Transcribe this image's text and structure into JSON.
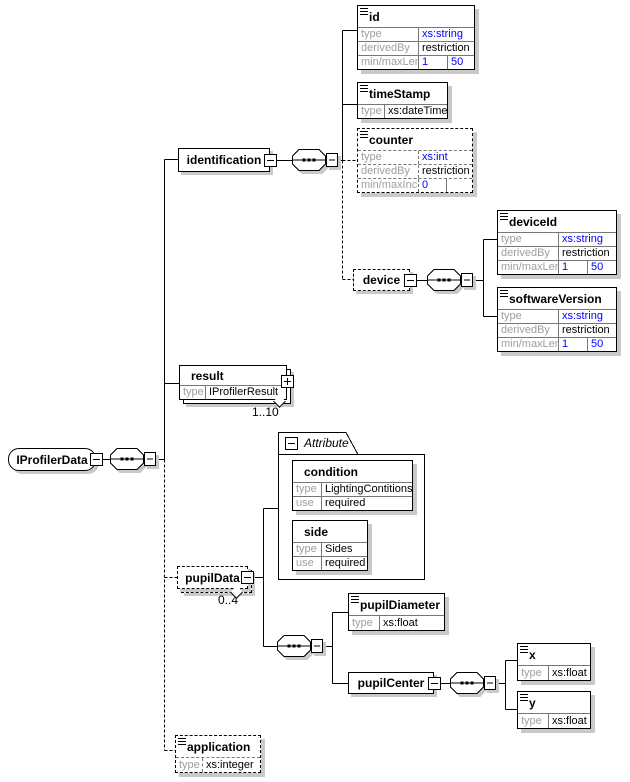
{
  "colors": {
    "link": "#0000ff",
    "label_gray": "#9e9e9e",
    "line": "#000000",
    "shadow": "#c9c9c9"
  },
  "root": {
    "label": "IProfilerData"
  },
  "elements": {
    "identification": {
      "label": "identification"
    },
    "device": {
      "label": "device"
    },
    "pupilData": {
      "label": "pupilData",
      "occurrence": "0..4"
    },
    "pupilCenter": {
      "label": "pupilCenter"
    },
    "result": {
      "occurrence": "1..10"
    }
  },
  "attribute_frame": {
    "label": "Attribute"
  },
  "tables": {
    "id": {
      "name": "id",
      "rows": [
        {
          "label": "type",
          "value": "xs:string"
        },
        {
          "label": "derivedBy",
          "value": "restriction"
        },
        {
          "label": "min/maxLen",
          "value": "1",
          "value2": "50"
        }
      ]
    },
    "timeStamp": {
      "name": "timeStamp",
      "rows": [
        {
          "label": "type",
          "value": "xs:dateTime"
        }
      ]
    },
    "counter": {
      "name": "counter",
      "rows": [
        {
          "label": "type",
          "value": "xs:int"
        },
        {
          "label": "derivedBy",
          "value": "restriction"
        },
        {
          "label": "min/maxIncl",
          "value": "0",
          "value2": ""
        }
      ]
    },
    "deviceId": {
      "name": "deviceId",
      "rows": [
        {
          "label": "type",
          "value": "xs:string"
        },
        {
          "label": "derivedBy",
          "value": "restriction"
        },
        {
          "label": "min/maxLen",
          "value": "1",
          "value2": "50"
        }
      ]
    },
    "softwareVersion": {
      "name": "softwareVersion",
      "rows": [
        {
          "label": "type",
          "value": "xs:string"
        },
        {
          "label": "derivedBy",
          "value": "restriction"
        },
        {
          "label": "min/maxLen",
          "value": "1",
          "value2": "50"
        }
      ]
    },
    "result": {
      "name": "result",
      "rows": [
        {
          "label": "type",
          "value": "IProfilerResult"
        }
      ]
    },
    "condition": {
      "name": "condition",
      "rows": [
        {
          "label": "type",
          "value": "LightingContitions"
        },
        {
          "label": "use",
          "value": "required"
        }
      ]
    },
    "side": {
      "name": "side",
      "rows": [
        {
          "label": "type",
          "value": "Sides"
        },
        {
          "label": "use",
          "value": "required"
        }
      ]
    },
    "pupilDiameter": {
      "name": "pupilDiameter",
      "rows": [
        {
          "label": "type",
          "value": "xs:float"
        }
      ]
    },
    "x": {
      "name": "x",
      "rows": [
        {
          "label": "type",
          "value": "xs:float"
        }
      ]
    },
    "y": {
      "name": "y",
      "rows": [
        {
          "label": "type",
          "value": "xs:float"
        }
      ]
    },
    "application": {
      "name": "application",
      "rows": [
        {
          "label": "type",
          "value": "xs:integer"
        }
      ]
    }
  }
}
